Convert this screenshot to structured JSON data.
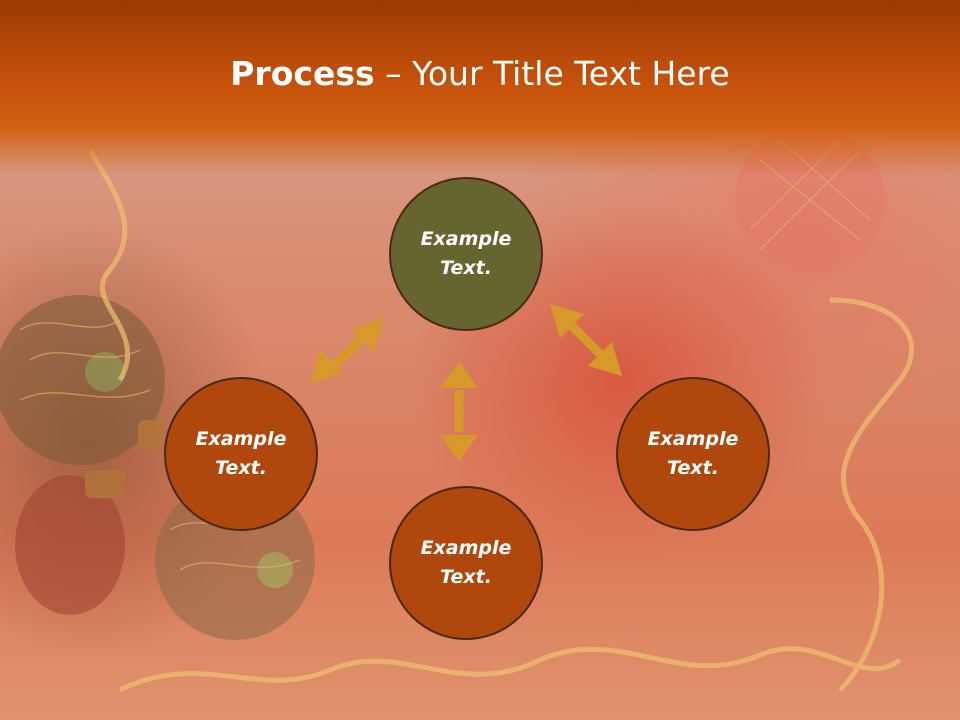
{
  "slide": {
    "title_bold": "Process",
    "title_rest": " – Your Title Text Here"
  },
  "diagram": {
    "type": "process-cycle",
    "nodes": [
      {
        "id": "top",
        "text": "Example Text.",
        "color": "#66652f"
      },
      {
        "id": "left",
        "text": "Example Text.",
        "color": "#b0480e"
      },
      {
        "id": "right",
        "text": "Example Text.",
        "color": "#b0480e"
      },
      {
        "id": "bottom",
        "text": "Example Text.",
        "color": "#b0480e"
      }
    ],
    "connectors": [
      {
        "from": "top",
        "to": "left",
        "style": "double-arrow"
      },
      {
        "from": "top",
        "to": "right",
        "style": "double-arrow"
      },
      {
        "from": "top",
        "to": "bottom",
        "style": "double-arrow"
      }
    ],
    "arrow_color": "#d79a2a",
    "header_color": "#c4500b"
  }
}
